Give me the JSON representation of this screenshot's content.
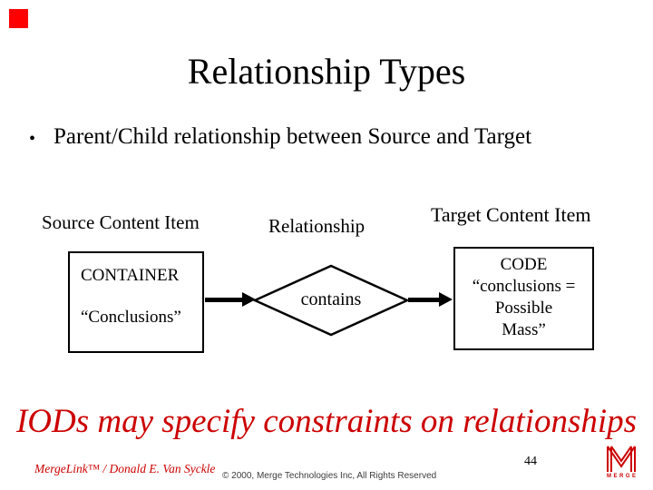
{
  "slide": {
    "title": "Relationship Types",
    "bullet_char": "•",
    "bullet": "Parent/Child relationship between Source and Target"
  },
  "diagram": {
    "source_label": "Source Content Item",
    "relationship_label": "Relationship",
    "target_label": "Target Content Item",
    "source_box": {
      "line1": "CONTAINER",
      "line2": "“Conclusions”"
    },
    "relationship_diamond": {
      "label": "contains"
    },
    "target_box": {
      "lines": [
        "CODE",
        "“conclusions =",
        "Possible",
        "Mass”"
      ]
    }
  },
  "callout": "IODs may specify constraints on relationships",
  "footer": {
    "left": "MergeLink™ / Donald E. Van Syckle",
    "center": "© 2000,  Merge Technologies Inc,  All Rights Reserved",
    "page_number": "44",
    "logo_text": "MERGE"
  },
  "icons": {
    "corner_marker": "red-square-marker",
    "logo": "merge-m-logo"
  },
  "colors": {
    "marker_red": "#ff0000",
    "accent_red": "#cc0000",
    "diagram_black": "#000000",
    "copyright_gray": "#3c3c3c",
    "background": "#ffffff"
  }
}
